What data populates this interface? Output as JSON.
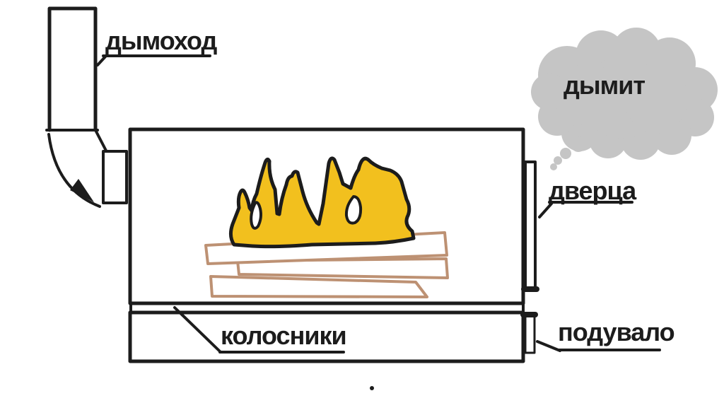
{
  "labels": {
    "chimney": "дымоход",
    "smoke": "дымит",
    "door": "дверца",
    "grate": "колосники",
    "ash_pit": "подувало"
  },
  "colors": {
    "background": "#ffffff",
    "line": "#1c1c1c",
    "label_text": "#1c1c1c",
    "flame_fill": "#f2c01e",
    "wood_outline": "#bd9173",
    "smoke_fill": "#c5c5c5"
  }
}
